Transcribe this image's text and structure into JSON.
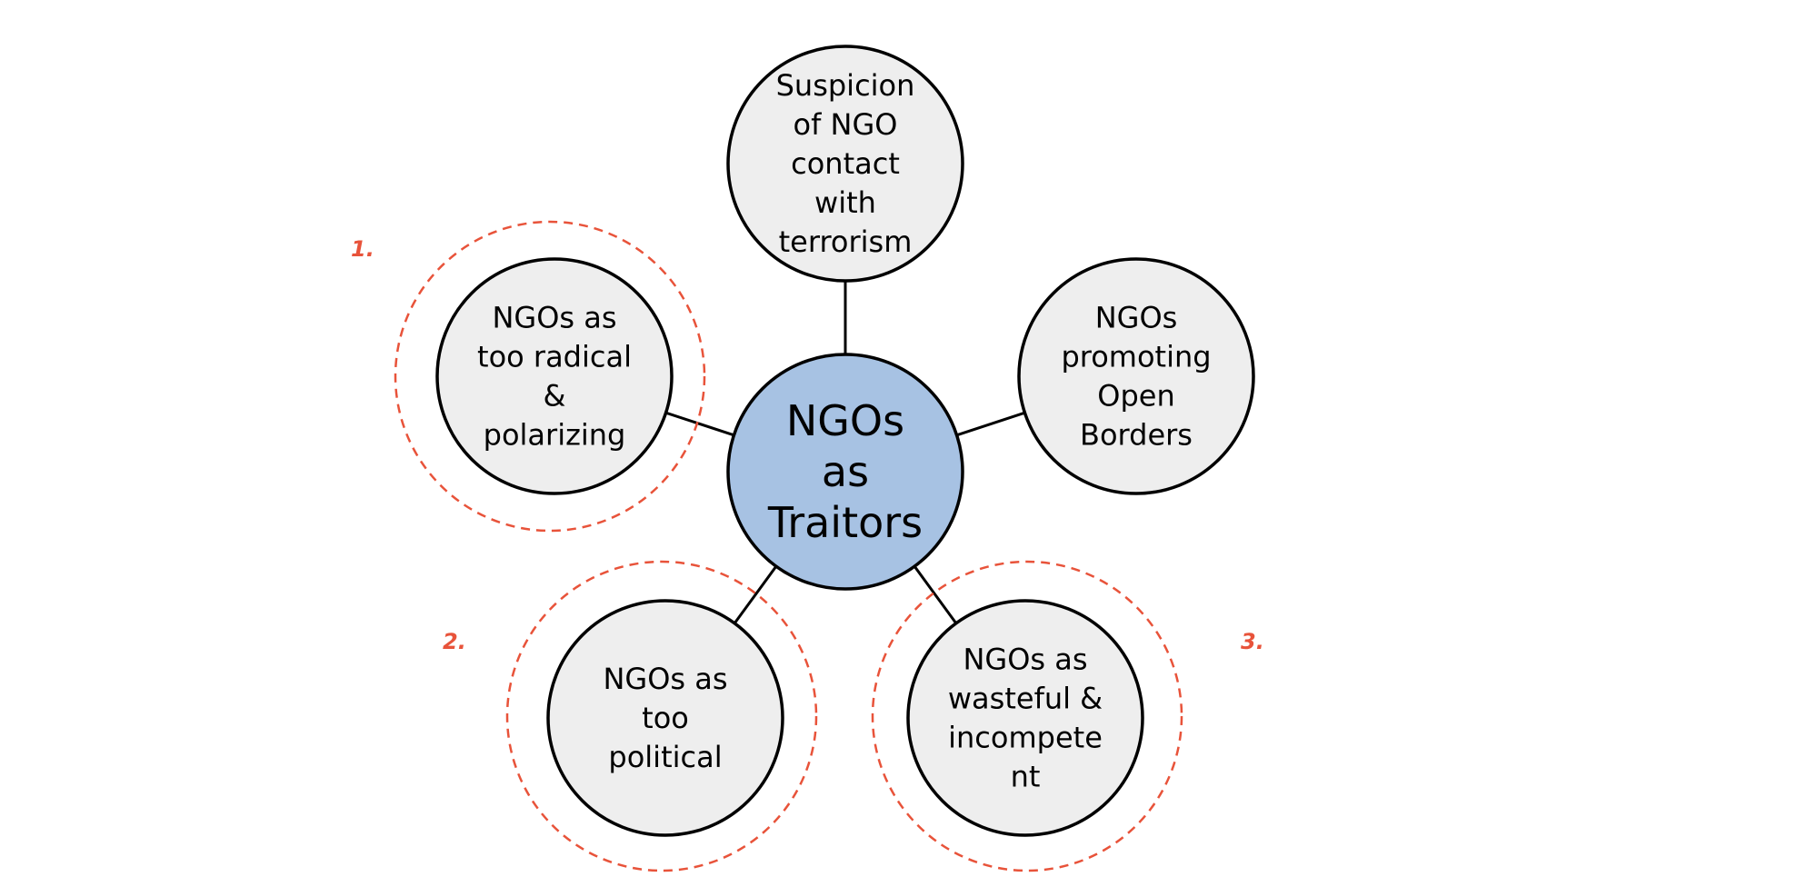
{
  "colors": {
    "center_fill": "#a7c2e3",
    "node_fill": "#eeeeee",
    "stroke": "#000000",
    "highlight": "#e8533a"
  },
  "center": {
    "lines": [
      "NGOs",
      "as",
      "Traitors"
    ]
  },
  "nodes": [
    {
      "id": "terrorism",
      "lines": [
        "Suspicion",
        "of NGO",
        "contact",
        "with",
        "terrorism"
      ],
      "highlighted": false
    },
    {
      "id": "radical",
      "lines": [
        "NGOs as",
        "too radical",
        "&",
        "polarizing"
      ],
      "highlighted": true
    },
    {
      "id": "open-borders",
      "lines": [
        "NGOs",
        "promoting",
        "Open",
        "Borders"
      ],
      "highlighted": false
    },
    {
      "id": "political",
      "lines": [
        "NGOs as",
        "too",
        "political"
      ],
      "highlighted": true
    },
    {
      "id": "wasteful",
      "lines": [
        "NGOs as",
        "wasteful &",
        "incompete",
        "nt"
      ],
      "highlighted": true
    }
  ],
  "markers": [
    {
      "for": "radical",
      "label": "1."
    },
    {
      "for": "political",
      "label": "2."
    },
    {
      "for": "wasteful",
      "label": "3."
    }
  ]
}
